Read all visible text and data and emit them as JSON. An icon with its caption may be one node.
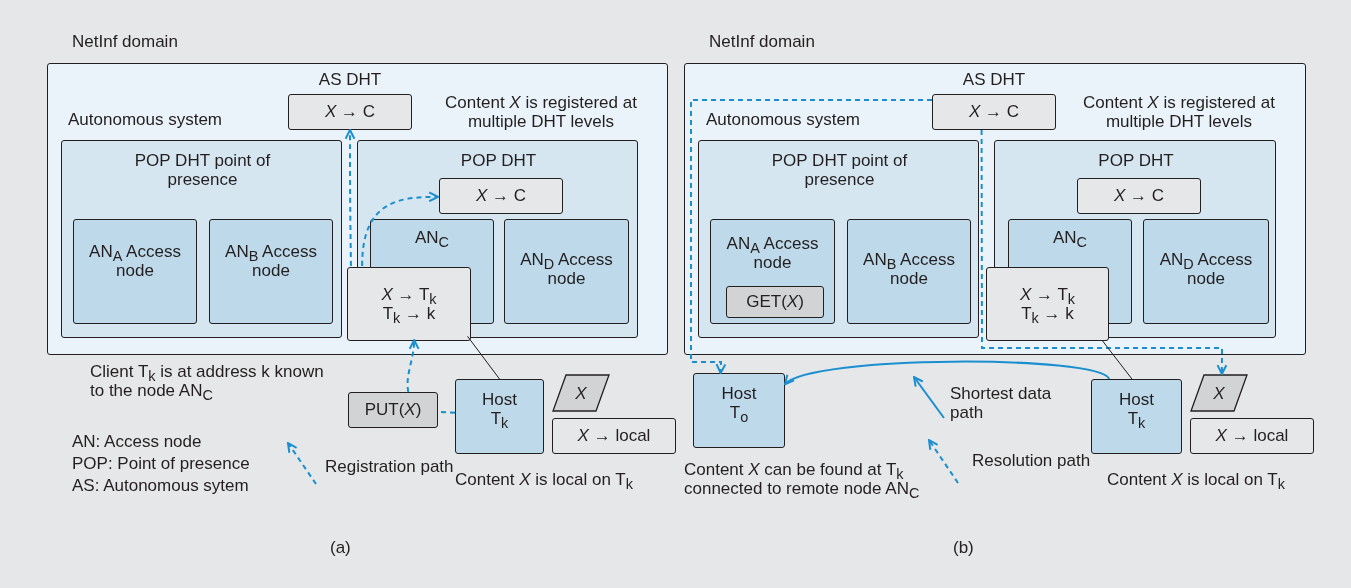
{
  "diagram": {
    "nodes": [
      {
        "text": [
          "NetInf domain"
        ]
      },
      {
        "text": [
          "AS DHT",
          "*X* → C"
        ],
        "in": 0
      },
      {
        "text": [
          "POP DHT point of presence"
        ],
        "in": 0
      },
      {
        "text": [
          "AN$_{A}$ Access node"
        ],
        "in": 2
      },
      {
        "text": [
          "AN$_{B}$ Access node"
        ],
        "in": 2
      },
      {
        "text": [
          "POP DHT"
        ],
        "in": 0
      },
      {
        "text": [
          "*X* → C"
        ],
        "in": 5
      },
      {
        "text": [
          "AN$_{C}$"
        ],
        "in": 5
      },
      {
        "text": [
          "*X* → T$_{k}$ T$_{k}$ → k"
        ],
        "in": 5
      },
      {
        "text": [
          "AN$_{D}$ Access node"
        ],
        "in": 5
      },
      {
        "text": [
          "PUT(*X*)"
        ]
      },
      {
        "text": [
          "Host T$_{k}$"
        ],
        "beside": [
          "Content *X* is local on T$_{k}$"
        ]
      },
      {
        "text": [
          "*X*"
        ]
      },
      {
        "text": [
          "*X* → local"
        ]
      },
      {
        "text": [
          "NetInf domain"
        ]
      },
      {
        "text": [
          "AS DHT",
          "*X* → C"
        ],
        "in": 14
      },
      {
        "text": [
          "POP DHT point of presence"
        ],
        "in": 14
      },
      {
        "text": [
          "AN$_{A}$ Access node"
        ],
        "in": 16
      },
      {
        "text": [
          "GET(*X*)"
        ],
        "in": 17
      },
      {
        "text": [
          "AN$_{B}$ Access node"
        ],
        "in": 16
      },
      {
        "text": [
          "POP DHT"
        ],
        "in": 14
      },
      {
        "text": [
          "*X* → C"
        ],
        "in": 20
      },
      {
        "text": [
          "AN$_{C}$"
        ],
        "in": 20
      },
      {
        "text": [
          "*X* → T$_{k}$ T$_{k}$ → k"
        ],
        "in": 20
      },
      {
        "text": [
          "AN$_{D}$ Access node"
        ],
        "in": 20
      },
      {
        "text": [
          "Host T$_{o}$"
        ],
        "beside": [
          "Content *X* can be found at T$_{k}$ connected to remote node AN$_{C}$"
        ]
      },
      {
        "text": [
          "Host T$_{k}$"
        ],
        "beside": [
          "Content *X* is local on T$_{k}$"
        ]
      },
      {
        "text": [
          "*X*"
        ]
      },
      {
        "text": [
          "*X* → local"
        ]
      }
    ],
    "edges": [
      {
        "from": 11,
        "to": 10,
        "arrow": "none",
        "style": "dashed",
        "color": "#1a8fd0"
      },
      {
        "from": 10,
        "to": 8,
        "arrow": "to",
        "style": "dashed",
        "color": "#1a8fd0"
      },
      {
        "from": 8,
        "to": 1,
        "arrow": "to",
        "style": "dashed",
        "color": "#1a8fd0"
      },
      {
        "from": 8,
        "to": 6,
        "arrow": "to",
        "style": "dashed",
        "color": "#1a8fd0"
      },
      {
        "from": 8,
        "to": 11,
        "arrow": "none",
        "color": "#231f20"
      },
      {
        "from": 26,
        "to": 25,
        "arrow": "to",
        "color": "#1a8fd0"
      },
      {
        "from": 15,
        "to": 25,
        "arrow": "to",
        "style": "dashed",
        "color": "#1a8fd0"
      },
      {
        "from": 15,
        "to": 27,
        "arrow": "to",
        "style": "dashed",
        "color": "#1a8fd0"
      },
      {
        "from": 23,
        "to": 26,
        "arrow": "none",
        "color": "#231f20"
      }
    ],
    "labels": [
      "Autonomous system",
      "Content *X* is registered at multiple DHT levels",
      "Autonomous system",
      "Content *X* is registered at multiple DHT levels",
      "Client T$_{k}$ is at address k known to the node AN$_{C}$",
      "AN: Access node",
      "POP: Point of presence",
      "AS: Autonomous sytem",
      "(a)",
      "(b)"
    ],
    "legend": [
      {
        "text": "Registration path"
      },
      {
        "text": "Shortest data path"
      },
      {
        "text": "Resolution path"
      }
    ]
  }
}
